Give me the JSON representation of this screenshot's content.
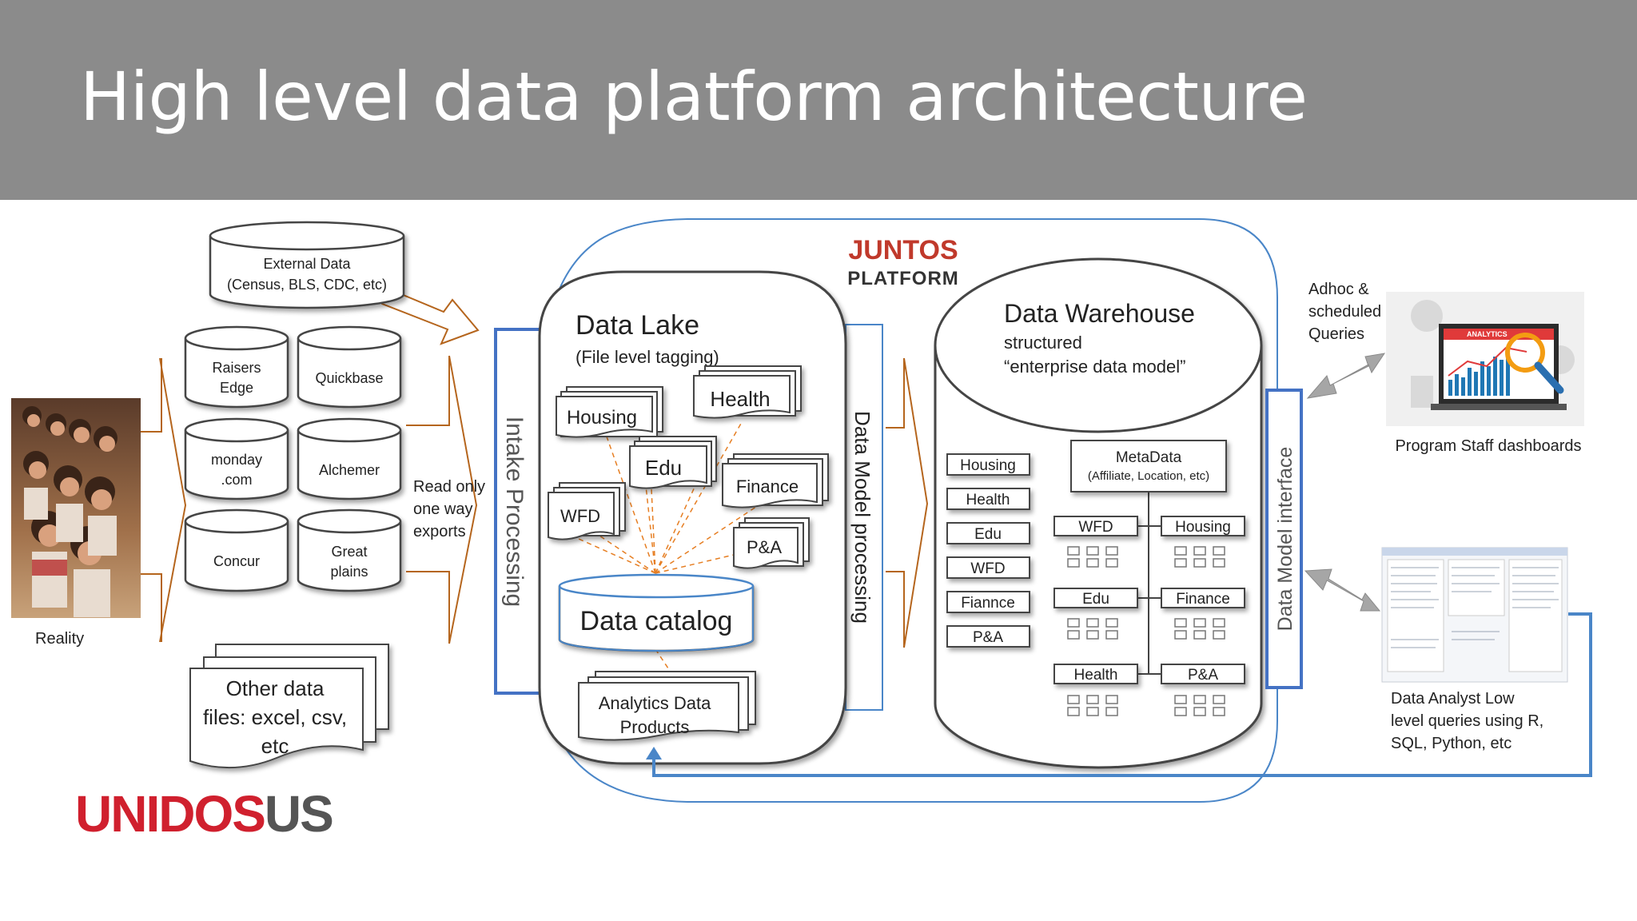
{
  "slide": {
    "title": "High level data platform architecture"
  },
  "reality": {
    "label": "Reality"
  },
  "external": {
    "line1": "External Data",
    "line2": "(Census, BLS, CDC, etc)"
  },
  "sources": [
    {
      "line1": "Raisers",
      "line2": "Edge"
    },
    {
      "line1": "Quickbase",
      "line2": ""
    },
    {
      "line1": "monday",
      "line2": ".com"
    },
    {
      "line1": "Alchemer",
      "line2": ""
    },
    {
      "line1": "Concur",
      "line2": ""
    },
    {
      "line1": "Great",
      "line2": "plains"
    }
  ],
  "other_files": {
    "line1": "Other data",
    "line2": "files: excel, csv,",
    "line3": "etc"
  },
  "exports": {
    "line1": "Read only",
    "line2": "one way",
    "line3": "exports"
  },
  "intake": {
    "label": "Intake Processing"
  },
  "juntos": {
    "name": "JUNTOS",
    "sub": "PLATFORM",
    "color": "#c0392b"
  },
  "lake": {
    "title": "Data Lake",
    "subtitle": "(File level tagging)",
    "docs": [
      "Housing",
      "Health",
      "Edu",
      "Finance",
      "WFD",
      "P&A"
    ],
    "catalog": "Data catalog",
    "products_line1": "Analytics Data",
    "products_line2": "Products"
  },
  "model_processing": {
    "label": "Data Model processing"
  },
  "warehouse": {
    "title": "Data Warehouse",
    "line1": "structured",
    "line2": "“enterprise data model”",
    "tags": [
      "Housing",
      "Health",
      "Edu",
      "WFD",
      "Fiannce",
      "P&A"
    ],
    "metadata_title": "MetaData",
    "metadata_sub": "(Affiliate, Location, etc)",
    "nodes": [
      "WFD",
      "Housing",
      "Edu",
      "Finance",
      "Health",
      "P&A"
    ]
  },
  "model_interface": {
    "label": "Data Model interface"
  },
  "queries": {
    "line1": "Adhoc &",
    "line2": "scheduled",
    "line3": "Queries"
  },
  "dashboards": {
    "label": "Program Staff dashboards",
    "badge": "ANALYTICS"
  },
  "analyst": {
    "line1": "Data Analyst Low",
    "line2": "level queries using R,",
    "line3": "SQL, Python, etc"
  },
  "logo": {
    "part1": "UNID",
    "part2": "OS",
    "part3": "US",
    "red": "#d0202e",
    "gray": "#555555"
  },
  "colors": {
    "blue": "#4a86c8",
    "navy": "#4472c4",
    "brown": "#b5651d",
    "orange": "#e67e22",
    "gray_arrow": "#a6a6a6"
  }
}
